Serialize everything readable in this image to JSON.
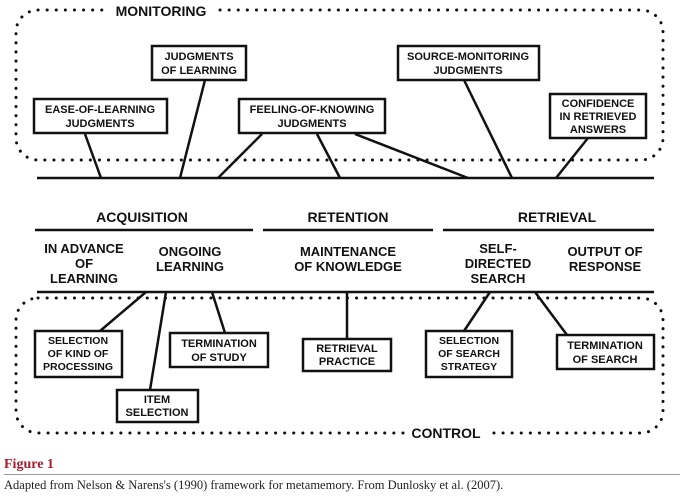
{
  "regions": {
    "monitoring": "MONITORING",
    "control": "CONTROL"
  },
  "monitoring_boxes": {
    "jol": [
      "JUDGMENTS",
      "OF LEARNING"
    ],
    "eol": [
      "EASE-OF-LEARNING",
      "JUDGMENTS"
    ],
    "fok": [
      "FEELING-OF-KNOWING",
      "JUDGMENTS"
    ],
    "source": [
      "SOURCE-MONITORING",
      "JUDGMENTS"
    ],
    "confidence": [
      "CONFIDENCE",
      "IN RETRIEVED",
      "ANSWERS"
    ]
  },
  "stages": {
    "acquisition": "ACQUISITION",
    "retention": "RETENTION",
    "retrieval": "RETRIEVAL"
  },
  "substages": {
    "in_advance": [
      "IN ADVANCE",
      "OF",
      "LEARNING"
    ],
    "ongoing": [
      "ONGOING",
      "LEARNING"
    ],
    "maintenance": [
      "MAINTENANCE",
      "OF KNOWLEDGE"
    ],
    "self_directed": [
      "SELF-",
      "DIRECTED",
      "SEARCH"
    ],
    "output": [
      "OUTPUT OF",
      "RESPONSE"
    ]
  },
  "control_boxes": {
    "selection_kind": [
      "SELECTION",
      "OF KIND OF",
      "PROCESSING"
    ],
    "item_selection": [
      "ITEM",
      "SELECTION"
    ],
    "termination_study": [
      "TERMINATION",
      "OF STUDY"
    ],
    "retrieval_practice": [
      "RETRIEVAL",
      "PRACTICE"
    ],
    "selection_strategy": [
      "SELECTION",
      "OF SEARCH",
      "STRATEGY"
    ],
    "termination_search": [
      "TERMINATION",
      "OF SEARCH"
    ]
  },
  "caption": {
    "label": "Figure 1",
    "text": "Adapted from Nelson & Narens's (1990) framework for metamemory. From Dunlosky et al. (2007)."
  }
}
